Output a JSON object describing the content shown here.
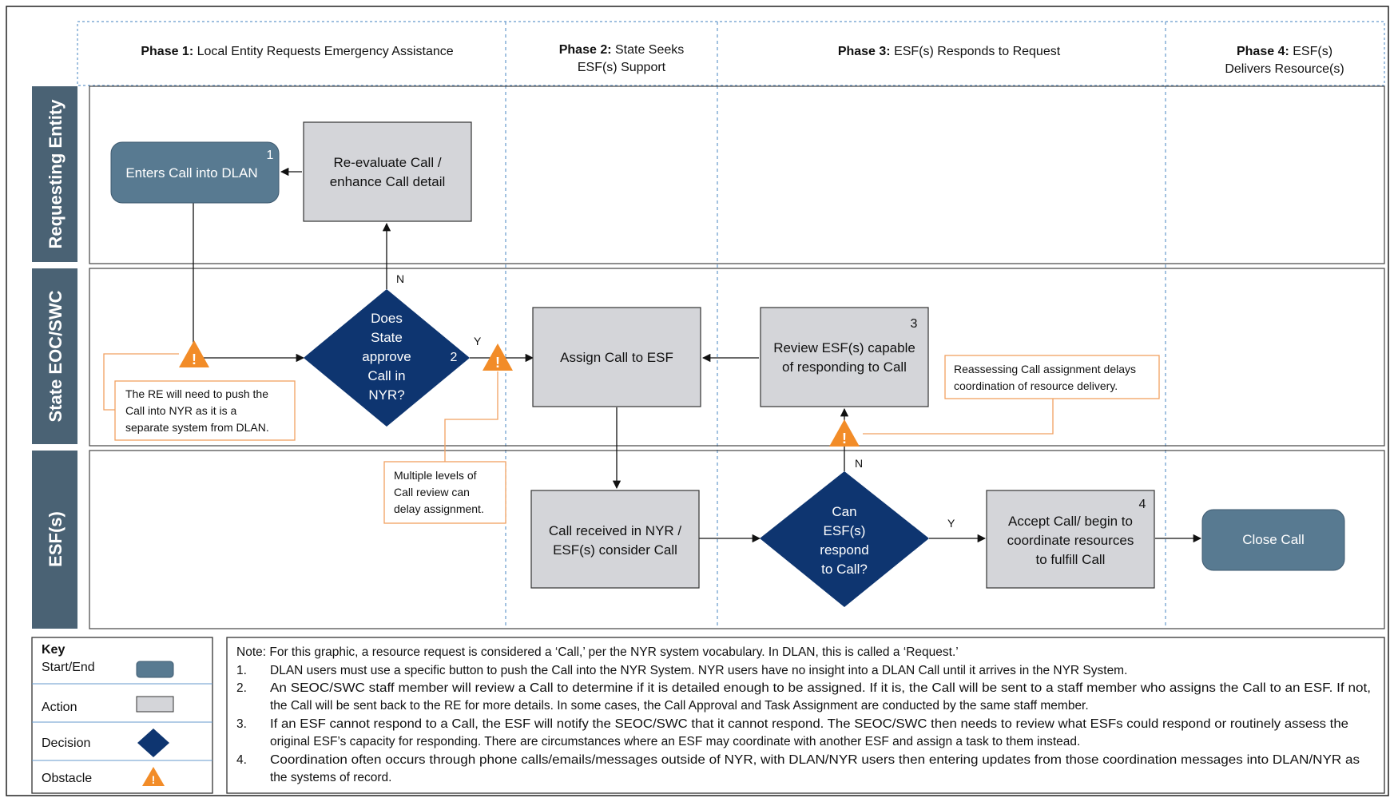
{
  "phases": [
    {
      "bold": "Phase 1:",
      "rest": " Local Entity Requests Emergency Assistance",
      "line2": ""
    },
    {
      "bold": "Phase 2:",
      "rest": " State Seeks",
      "line2": "ESF(s) Support"
    },
    {
      "bold": "Phase 3:",
      "rest": " ESF(s) Responds to Request",
      "line2": ""
    },
    {
      "bold": "Phase 4:",
      "rest": " ESF(s)",
      "line2": "Delivers Resource(s)"
    }
  ],
  "lanes": [
    "Requesting Entity",
    "State EOC/SWC",
    "ESF(s)"
  ],
  "nodes": {
    "enters_call": {
      "lines": [
        "Enters Call into DLAN"
      ],
      "num": "1"
    },
    "reevaluate": {
      "lines": [
        "Re-evaluate Call /",
        "enhance Call detail"
      ]
    },
    "decision_state": {
      "lines": [
        "Does",
        "State",
        "approve",
        "Call in",
        "NYR?"
      ],
      "num": "2"
    },
    "assign": {
      "lines": [
        "Assign Call to ESF"
      ]
    },
    "review": {
      "lines": [
        "Review ESF(s) capable",
        "of responding to Call"
      ],
      "num": "3"
    },
    "received": {
      "lines": [
        "Call received in NYR /",
        "ESF(s) consider Call"
      ]
    },
    "decision_esf": {
      "lines": [
        "Can",
        "ESF(s)",
        "respond",
        "to Call?"
      ]
    },
    "accept": {
      "lines": [
        "Accept Call/ begin to",
        "coordinate resources",
        "to fulfill Call"
      ],
      "num": "4"
    },
    "close": {
      "lines": [
        "Close Call"
      ]
    }
  },
  "edge_labels": {
    "n1": "N",
    "y1": "Y",
    "n2": "N",
    "y2": "Y"
  },
  "obstacles": {
    "push": [
      "The RE will need to push the",
      "Call into NYR as it is a",
      "separate system from DLAN."
    ],
    "levels": [
      "Multiple levels of",
      "Call review can",
      "delay assignment."
    ],
    "reassess": [
      "Reassessing Call assignment delays",
      "coordination of resource delivery."
    ]
  },
  "key": {
    "title": "Key",
    "items": [
      "Start/End",
      "Action",
      "Decision",
      "Obstacle"
    ]
  },
  "notes": {
    "intro": "Note: For this graphic, a resource request is considered a ‘Call,’ per the NYR system vocabulary. In DLAN, this is called a ‘Request.’",
    "items": [
      {
        "n": "1.",
        "lines": [
          "DLAN users must use a specific button to push the Call into the NYR System. NYR users have no insight into a DLAN Call until it arrives in the NYR System."
        ]
      },
      {
        "n": "2.",
        "lines": [
          "An SEOC/SWC staff member will review a Call to determine if it is detailed enough to be assigned. If it is, the Call will be sent to a staff member who assigns the Call to an ESF. If not,",
          "the Call will be sent back to the RE for more details. In some cases, the Call Approval and Task Assignment are conducted by the same staff member."
        ]
      },
      {
        "n": "3.",
        "lines": [
          "If an ESF cannot respond to a Call, the ESF will notify the SEOC/SWC that it cannot respond. The SEOC/SWC then needs to review what ESFs could respond or routinely assess the",
          "original ESF’s capacity for responding. There are circumstances where an ESF may coordinate with another ESF and assign a task to them instead."
        ]
      },
      {
        "n": "4.",
        "lines": [
          "Coordination often occurs through phone calls/emails/messages outside of NYR, with DLAN/NYR users then entering updates from those coordination messages into DLAN/NYR as",
          "the systems of record."
        ]
      }
    ]
  },
  "colors": {
    "lane_label_bg": "#4a6274",
    "start_end": "#587a91",
    "action": "#d4d5d9",
    "decision": "#0e3570",
    "obstacle": "#f28c28",
    "obstacle_border": "#f0a060",
    "phase_divider": "#6699cc"
  }
}
